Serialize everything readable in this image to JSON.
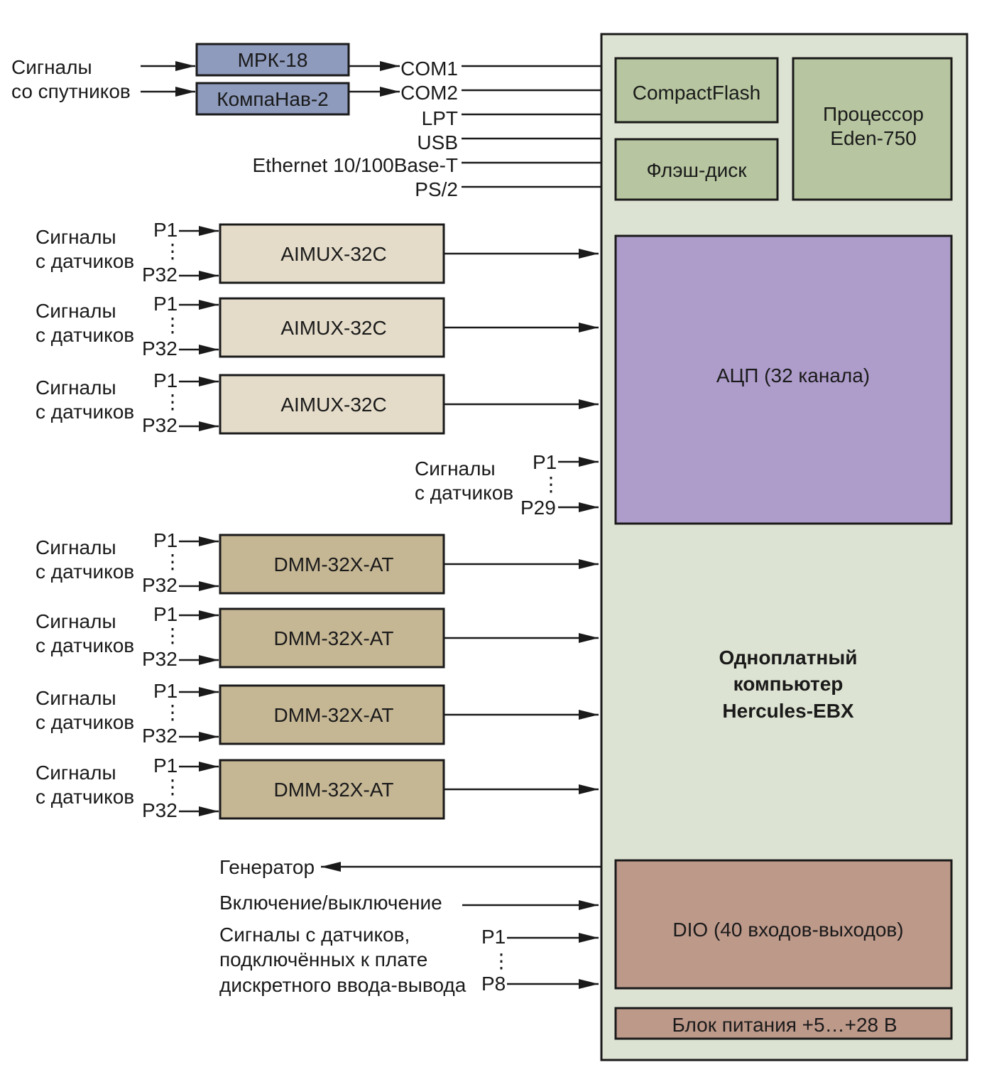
{
  "colors": {
    "board": "#dde3d2",
    "green_module": "#b7c6a0",
    "blue_module": "#8e9bbd",
    "adc": "#ae9dcb",
    "aimux": "#e4dcc9",
    "dmm": "#c5b694",
    "dio": "#bd998a"
  },
  "board": {
    "title_line1": "Одноплатный",
    "title_line2": "компьютер",
    "title_line3": "Hercules-EBX",
    "compactflash": "CompactFlash",
    "flash_disk": "Флэш-диск",
    "cpu_line1": "Процессор",
    "cpu_line2": "Eden-750",
    "adc": "АЦП (32 канала)",
    "dio": "DIO (40 входов-выходов)",
    "power": "Блок питания +5…+28 В"
  },
  "satellite": {
    "label_line1": "Сигналы",
    "label_line2": "со спутников",
    "receiver1": "МРК-18",
    "receiver2": "КомпаНав-2"
  },
  "ports": [
    "COM1",
    "COM2",
    "LPT",
    "USB",
    "Ethernet 10/100Base-T",
    "PS/2"
  ],
  "sensor_label": {
    "line1": "Сигналы",
    "line2": "с датчиков"
  },
  "pin_first": "P1",
  "pin_last_32": "P32",
  "pin_last_29": "P29",
  "pin_last_8": "P8",
  "aimux_modules": [
    "AIMUX-32C",
    "AIMUX-32C",
    "AIMUX-32C"
  ],
  "dmm_modules": [
    "DMM-32X-AT",
    "DMM-32X-AT",
    "DMM-32X-AT",
    "DMM-32X-AT"
  ],
  "generator": "Генератор",
  "power_switch": "Включение/выключение",
  "dio_signals": {
    "line1": "Сигналы с датчиков,",
    "line2": "подключённых к плате",
    "line3": "дискретного ввода-вывода"
  }
}
